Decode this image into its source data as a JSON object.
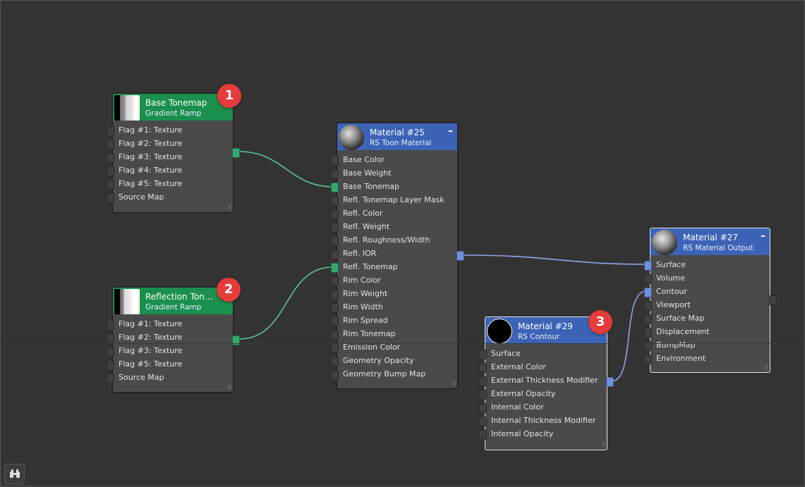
{
  "colors": {
    "texture_header": "#1b8f4e",
    "material_header": "#3d63b6",
    "wire_green": "#5cc796",
    "wire_blue": "#8aa8ee"
  },
  "nodes": {
    "base_tonemap": {
      "title": "Base Tonemap",
      "subtitle": "Gradient Ramp",
      "badge": "1",
      "ports": [
        "Flag #1: Texture",
        "Flag #2: Texture",
        "Flag #3: Texture",
        "Flag #4: Texture",
        "Flag #5: Texture",
        "Source Map"
      ]
    },
    "reflection_tonemap": {
      "title": "Reflection Tone...",
      "subtitle": "Gradient Ramp",
      "badge": "2",
      "ports": [
        "Flag #1: Texture",
        "Flag #2: Texture",
        "Flag #3: Texture",
        "Flag #5: Texture",
        "Source Map"
      ]
    },
    "material25": {
      "title": "Material #25",
      "subtitle": "RS Toon Material",
      "collapse": "–",
      "ports": [
        "Base Color",
        "Base Weight",
        "Base Tonemap",
        "Refl. Tonemap Layer Mask",
        "Refl. Color",
        "Refl. Weight",
        "Refl. Roughness/Width",
        "Refl. IOR",
        "Refl. Tonemap",
        "Rim Color",
        "Rim Weight",
        "Rim Width",
        "Rim Spread",
        "Rim Tonemap",
        "Emission Color",
        "Geometry Opacity",
        "Geometry Bump Map"
      ]
    },
    "material29": {
      "title": "Material #29",
      "subtitle": "RS Contour",
      "badge": "3",
      "ports": [
        "Surface",
        "External Color",
        "External Thickness Modifier",
        "External Opacity",
        "Internal Color",
        "Internal Thickness Modifier",
        "Internal Opacity"
      ]
    },
    "material27": {
      "title": "Material #27",
      "subtitle": "RS Material Output",
      "collapse": "–",
      "ports": [
        "Surface",
        "Volume",
        "Contour",
        "Viewport",
        "Surface Map",
        "Displacement",
        "BumpMap",
        "Environment"
      ]
    }
  },
  "icons": {
    "binoculars": "binoculars-icon"
  }
}
